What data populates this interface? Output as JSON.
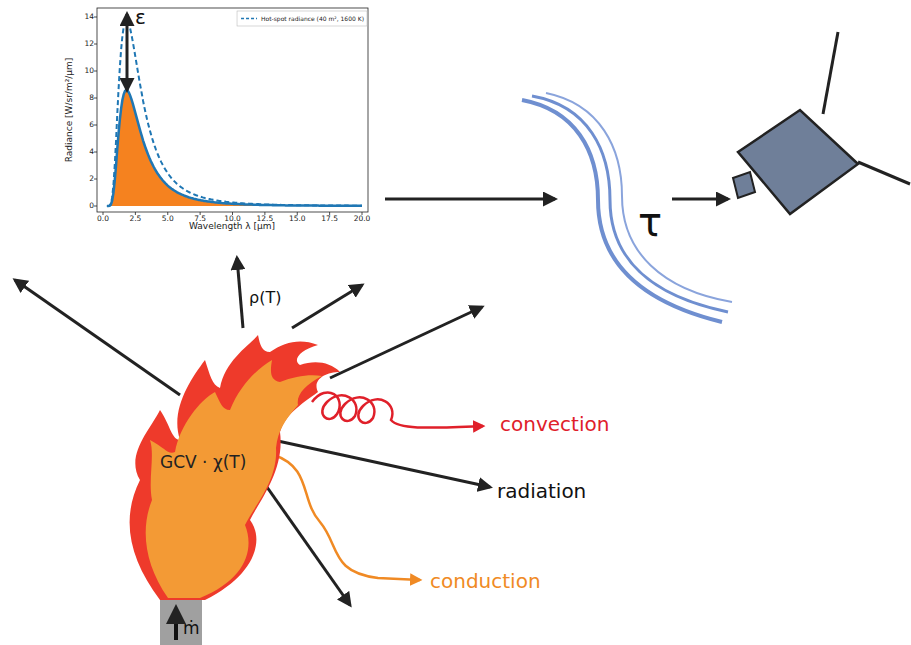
{
  "diagram": {
    "labels": [
      "Radiance [W/sr/m²/µm]",
      "Wavelength λ [µm]",
      "0",
      "2",
      "4",
      "6",
      "8",
      "10",
      "12",
      "14",
      "0.0",
      "2.5",
      "5.0",
      "7.5",
      "10.0",
      "12.5",
      "15.0",
      "17.5",
      "20.0",
      "ε",
      "τ",
      "ρ(T)",
      "GCV · χ(T)",
      "ṁ",
      "convection",
      "radiation",
      "conduction"
    ],
    "legend": [
      {
        "text": "Hot-spot radiance (40 m², 1600 K)"
      }
    ]
  }
}
